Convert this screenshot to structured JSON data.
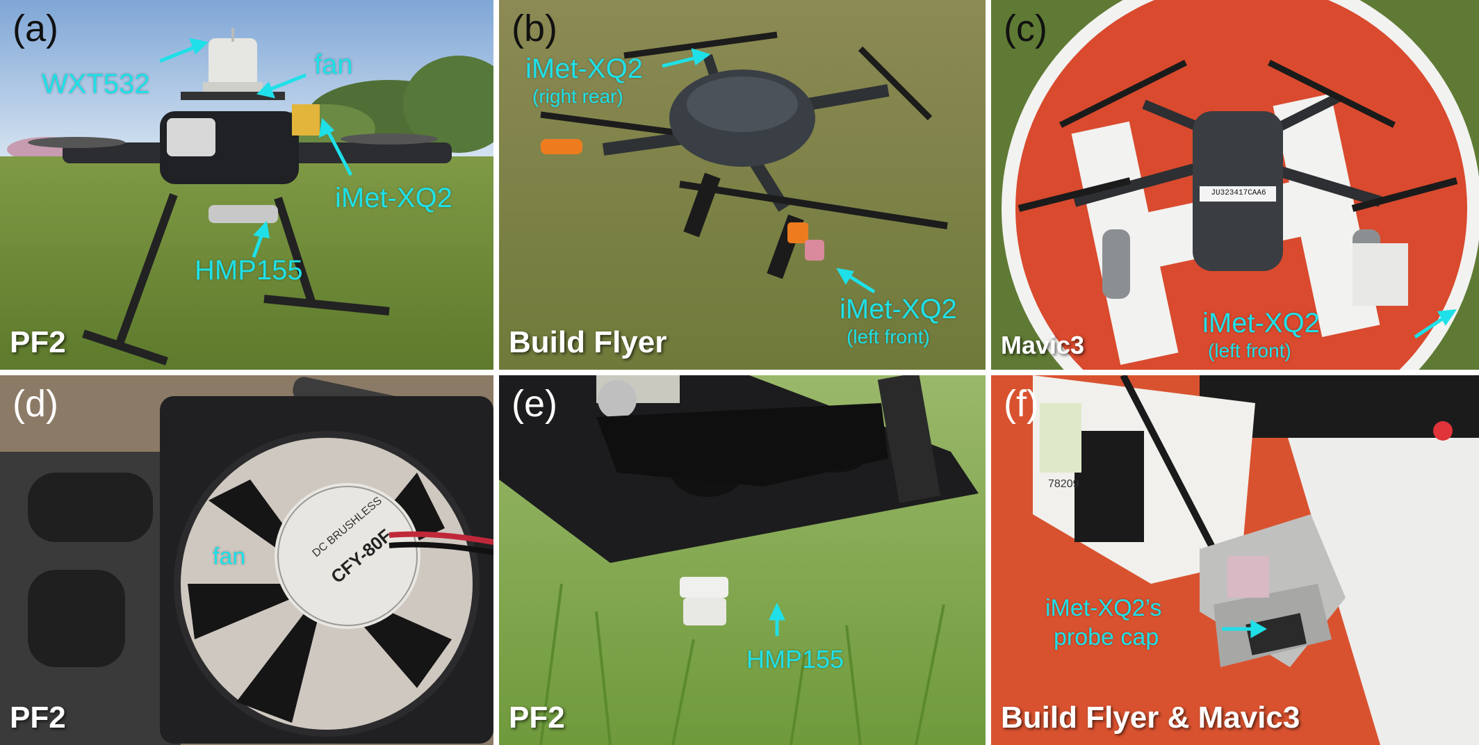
{
  "colors": {
    "annotation": "#1fe0e8",
    "caption": "#ffffff",
    "grass": "#6f8a3a",
    "sky": "#9fc1e6",
    "helipad_red": "#d94a2e"
  },
  "panels": {
    "a": {
      "letter": "(a)",
      "caption": "PF2",
      "labels": {
        "wxt": "WXT532",
        "fan": "fan",
        "imet": "iMet-XQ2",
        "hmp": "HMP155"
      }
    },
    "b": {
      "letter": "(b)",
      "caption": "Build Flyer",
      "labels": {
        "rear": "iMet-XQ2",
        "rear_sub": "(right rear)",
        "front": "iMet-XQ2",
        "front_sub": "(left front)"
      }
    },
    "c": {
      "letter": "(c)",
      "caption": "Mavic3",
      "drone_serial": "JU323417CAA6",
      "labels": {
        "imet": "iMet-XQ2",
        "imet_sub": "(left front)"
      }
    },
    "d": {
      "letter": "(d)",
      "caption": "PF2",
      "fan_sticker_line1": "DC BRUSHLESS",
      "fan_sticker_line2": "CFY-80F",
      "labels": {
        "fan": "fan"
      }
    },
    "e": {
      "letter": "(e)",
      "caption": "PF2",
      "labels": {
        "hmp": "HMP155"
      }
    },
    "f": {
      "letter": "(f)",
      "caption": "Build Flyer & Mavic3",
      "sticker_number": "78209",
      "labels": {
        "line1": "iMet-XQ2’s",
        "line2": "probe cap"
      }
    }
  }
}
